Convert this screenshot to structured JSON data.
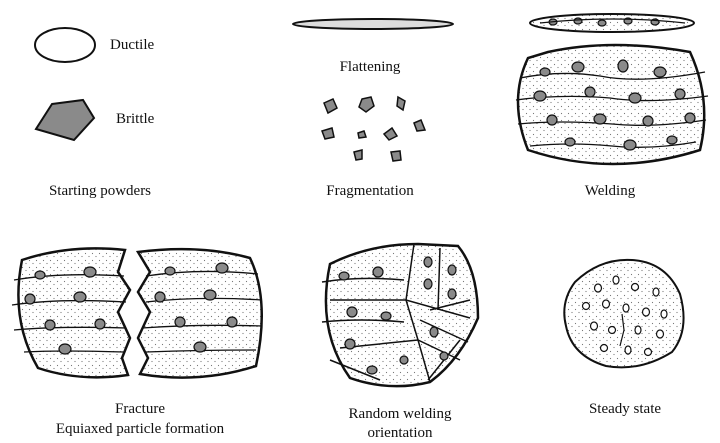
{
  "labels": {
    "ductile": "Ductile",
    "brittle": "Brittle",
    "starting_powders": "Starting powders",
    "flattening": "Flattening",
    "fragmentation": "Fragmentation",
    "welding": "Welding",
    "fracture_line1": "Fracture",
    "fracture_line2": "Equiaxed particle formation",
    "random_welding_line1": "Random welding",
    "random_welding_line2": "orientation",
    "steady_state": "Steady state"
  }
}
